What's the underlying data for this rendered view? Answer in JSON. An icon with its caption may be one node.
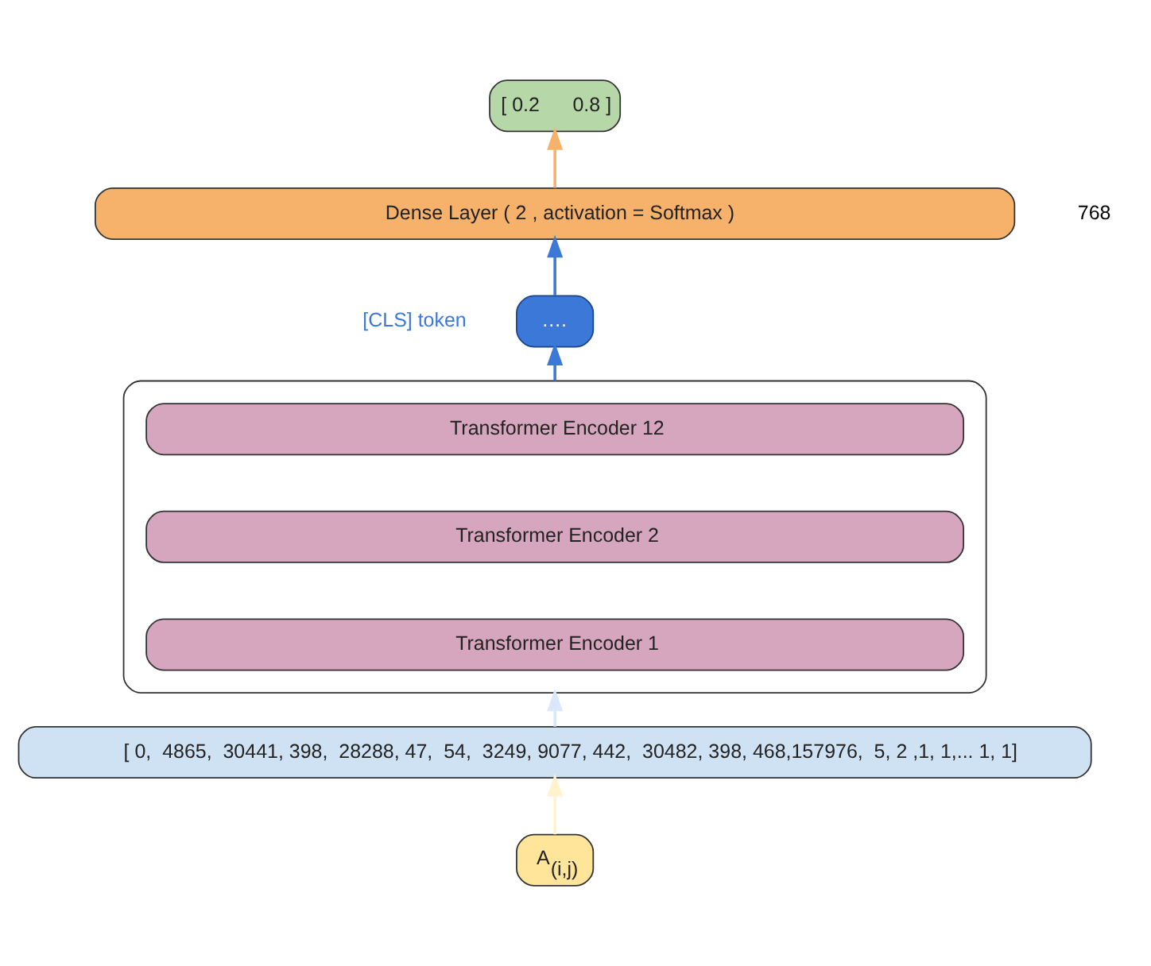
{
  "diagram": {
    "nodes": [
      {
        "text": [
          "[ 0.2      0.8 ]"
        ]
      },
      {
        "text": [
          "Dense Layer ( 2 , activation = Softmax )"
        ]
      },
      {
        "text": [
          "…."
        ],
        "beside": [
          "[CLS] token"
        ]
      },
      {
        "text": [],
        "shape": "box"
      },
      {
        "text": [
          "Transformer Encoder 12"
        ],
        "in": 3
      },
      {
        "text": [
          "Transformer Encoder 2"
        ],
        "in": 3
      },
      {
        "text": [
          "Transformer Encoder 1"
        ],
        "in": 3
      },
      {
        "text": [
          "[ 0,  4865,  30441, 398,  28288, 47,  54,  3249, 9077, 442,  30482, 398, 468,157976,  5, 2 ,1, 1,... 1, 1]"
        ]
      },
      {
        "text": [
          "A$_{(i,j)}$"
        ]
      }
    ],
    "edges": [
      {
        "from": 8,
        "to": 7,
        "arrow": "to",
        "color": "#fff2cc"
      },
      {
        "from": 7,
        "to": 3,
        "arrow": "to",
        "color": "#dae8fc"
      },
      {
        "from": 3,
        "to": 2,
        "arrow": "to",
        "color": "#3c78d8"
      },
      {
        "from": 2,
        "to": 1,
        "arrow": "to",
        "color": "#3c78d8"
      },
      {
        "from": 1,
        "to": 0,
        "arrow": "to",
        "color": "#f6b26b"
      }
    ],
    "labels": [
      "768"
    ]
  }
}
